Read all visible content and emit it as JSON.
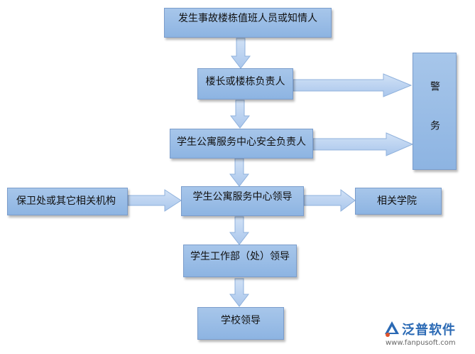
{
  "diagram": {
    "nodes": {
      "discoverer": "发生事故楼栋值班人员或知情人",
      "building_head": "楼长或楼栋负责人",
      "apartment_safety_officer": "学生公寓服务中心安全负责人",
      "police": "警务",
      "security_dept": "保卫处或其它相关机构",
      "apartment_leader": "学生公寓服务中心领导",
      "college": "相关学院",
      "student_affairs_leader": "学生工作部（处）领导",
      "school_leader": "学校领导"
    }
  },
  "logo": {
    "name": "泛普软件",
    "url": "www.fanpusoft.com"
  },
  "colors": {
    "box_fill": "#95b9e4",
    "box_border": "#7a9ccb",
    "arrow_fill": "#b6cff0",
    "logo_blue": "#2a69b4"
  }
}
